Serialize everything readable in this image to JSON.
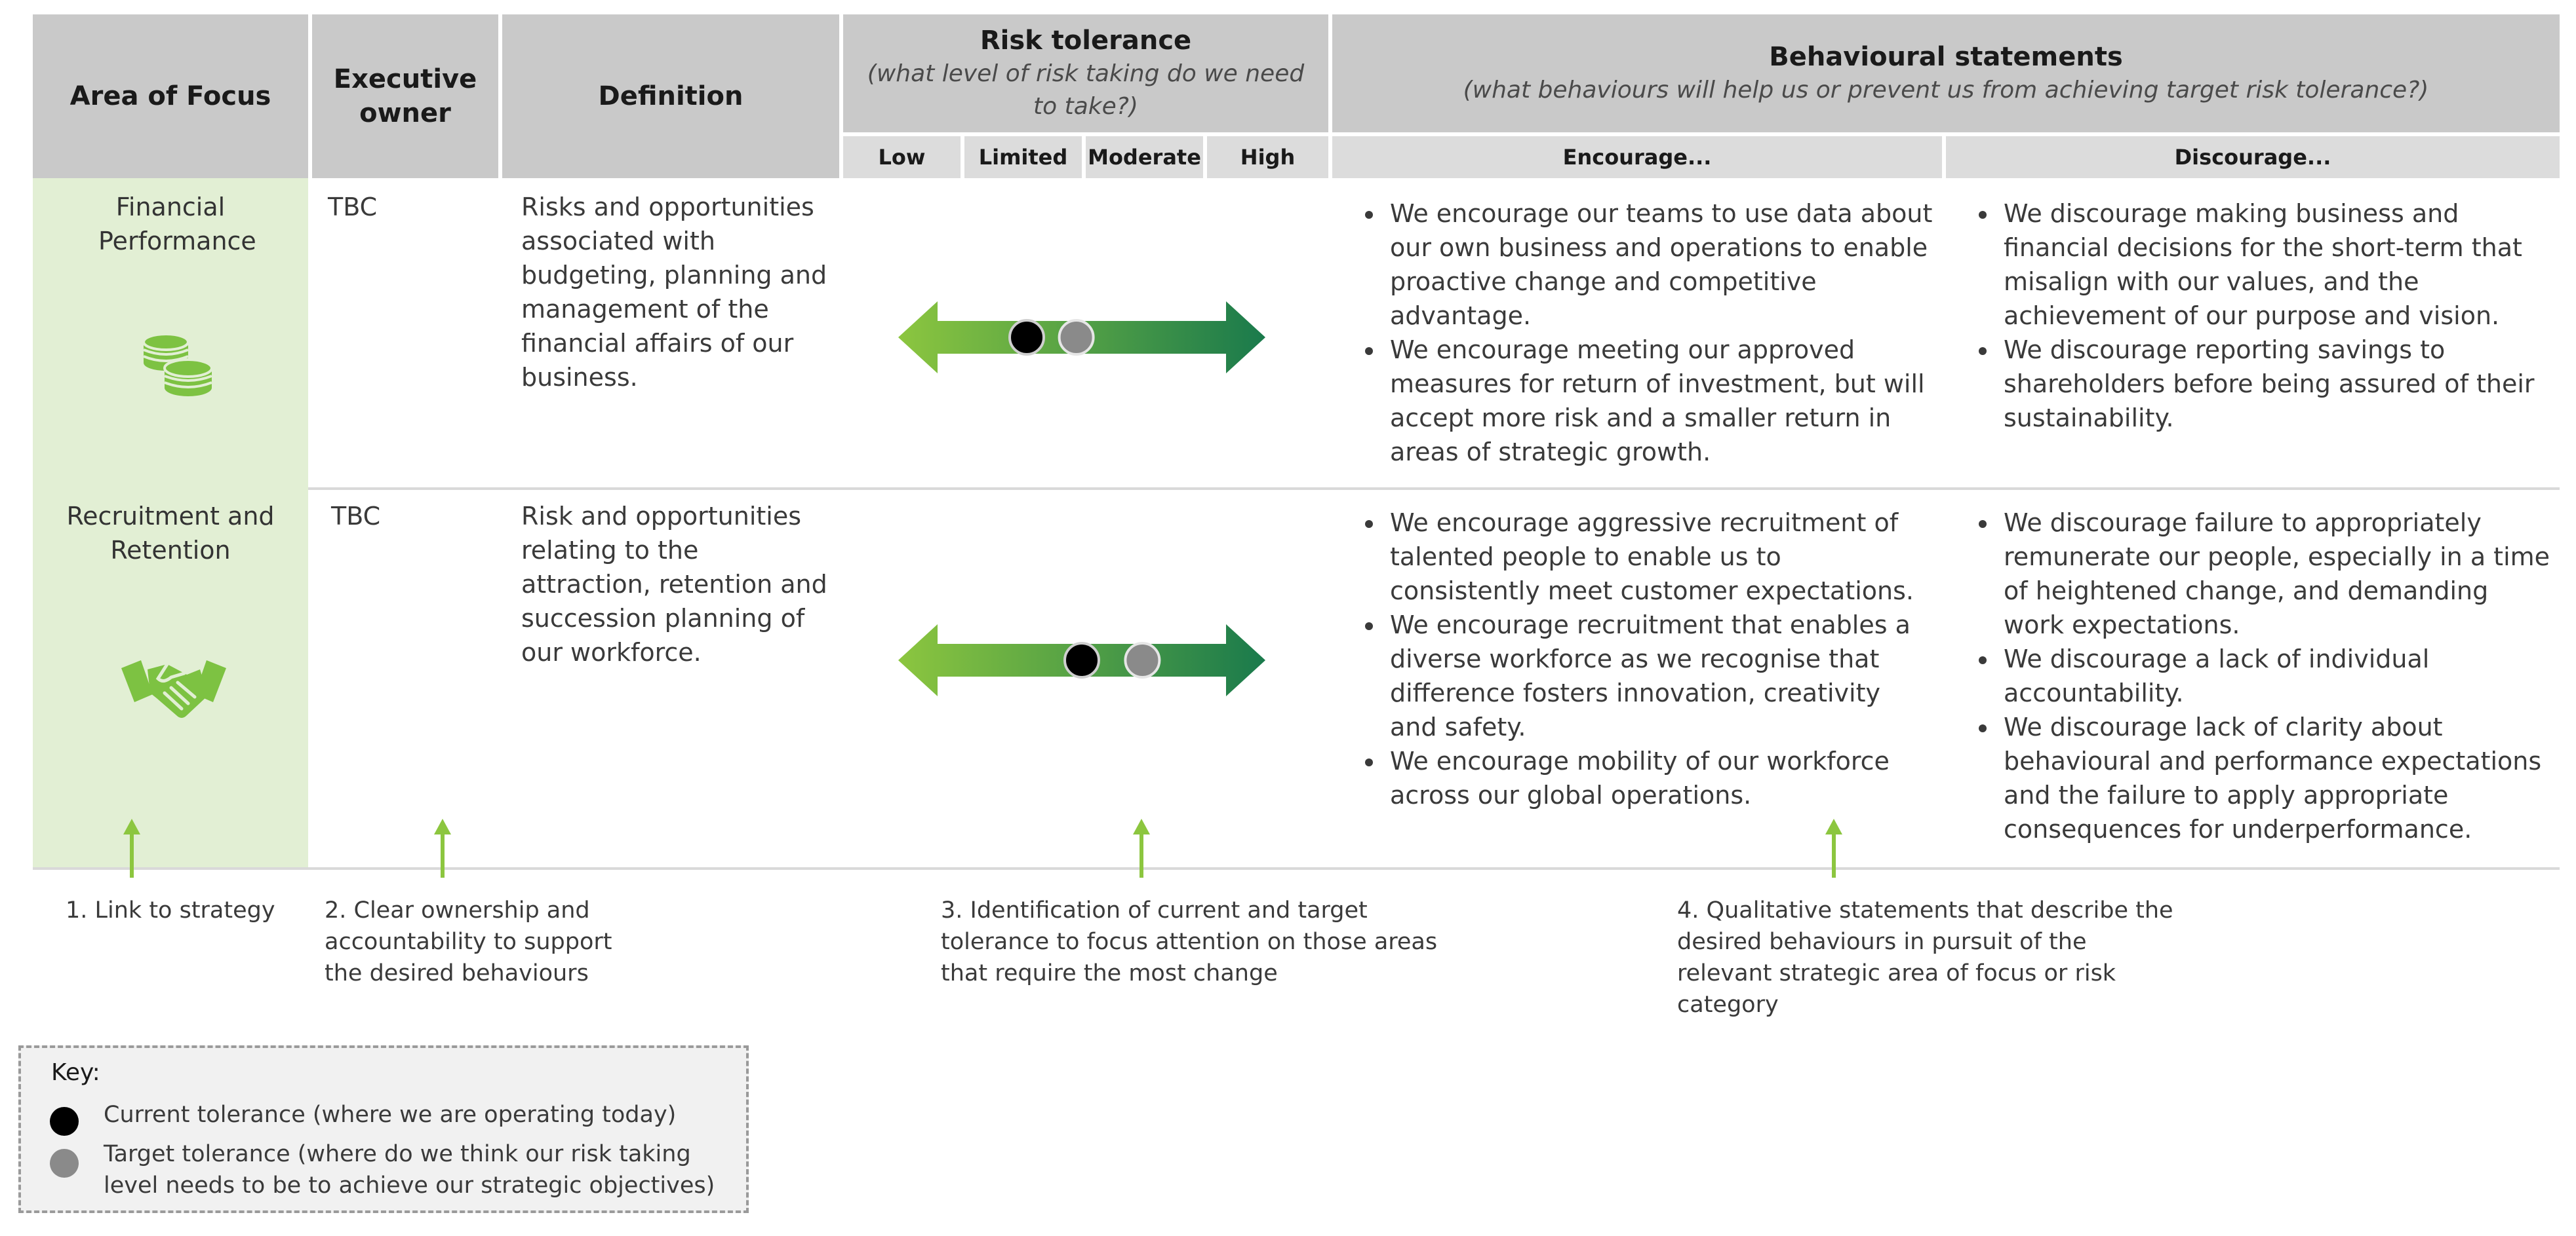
{
  "header": {
    "area_of_focus": "Area of Focus",
    "executive_owner": "Executive owner",
    "definition": "Definition",
    "risk_tolerance_title": "Risk tolerance",
    "risk_tolerance_subtitle": "(what level of risk taking do we need to take?)",
    "tolerance_levels": [
      "Low",
      "Limited",
      "Moderate",
      "High"
    ],
    "behavioural_title": "Behavioural statements",
    "behavioural_subtitle": "(what behaviours will help us or prevent us from achieving target risk tolerance?)",
    "encourage": "Encourage...",
    "discourage": "Discourage..."
  },
  "rows": [
    {
      "area": "Financial Performance",
      "icon": "coins-icon",
      "owner": "TBC",
      "definition": "Risks and opportunities associated with budgeting, planning and management of the financial affairs of our business.",
      "current_tolerance": 0.3,
      "target_tolerance": 0.48,
      "encourage": [
        "We encourage our teams to use data about our own business and operations to enable proactive change and competitive advantage.",
        "We encourage meeting our approved measures for return of investment, but will accept more risk and a smaller return in areas of strategic growth."
      ],
      "discourage": [
        "We discourage making business and financial decisions for the short-term that misalign with our values, and the achievement of our purpose and vision.",
        "We discourage reporting savings to shareholders before being assured of their sustainability."
      ]
    },
    {
      "area": "Recruitment and Retention",
      "icon": "handshake-icon",
      "owner": "TBC",
      "definition": "Risk and opportunities relating to the attraction, retention and succession planning of our workforce.",
      "current_tolerance": 0.5,
      "target_tolerance": 0.72,
      "encourage": [
        "We encourage aggressive recruitment of talented people to enable us to consistently meet customer expectations.",
        "We encourage recruitment that enables a diverse workforce as we recognise that difference fosters innovation, creativity and safety.",
        "We encourage mobility of our workforce across our global operations."
      ],
      "discourage": [
        "We discourage failure to appropriately remunerate our people, especially in a time of heightened change, and demanding work expectations.",
        "We discourage a lack of individual accountability.",
        "We discourage lack of clarity about behavioural and performance expectations and the failure to apply appropriate consequences for underperformance."
      ]
    }
  ],
  "annotations": [
    "1. Link to strategy",
    "2. Clear ownership and accountability to support the desired behaviours",
    "3. Identification of current and target tolerance to focus attention on those areas that require the most change",
    "4. Qualitative statements that describe the desired behaviours in pursuit of the relevant strategic area of focus or risk category"
  ],
  "key": {
    "title": "Key:",
    "current": "Current tolerance (where we are operating today)",
    "target": "Target tolerance (where do we think our risk taking level needs to be to achieve our strategic objectives)"
  },
  "colors": {
    "header_bg": "#c9c9c9",
    "subheader_bg": "#dcdcdc",
    "focus_column_bg": "#e2efd4",
    "arrow_light": "#8cc63f",
    "arrow_dark": "#1a7a4c",
    "current_marker": "#000000",
    "target_marker": "#8a8a8a",
    "annotation_arrow": "#8cc63f"
  }
}
